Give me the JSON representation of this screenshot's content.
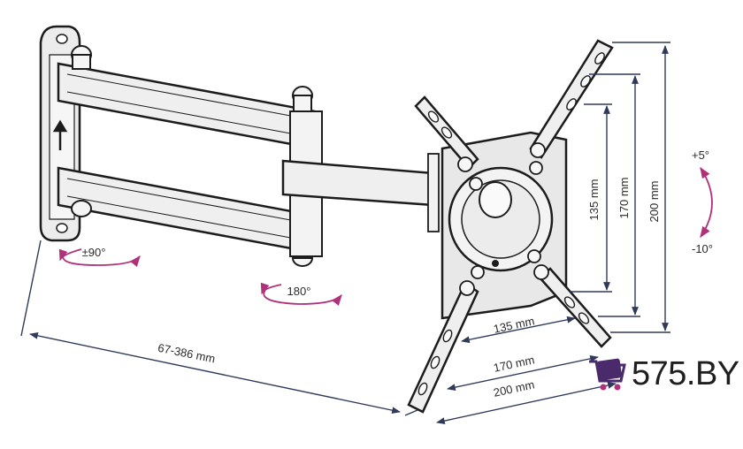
{
  "dimensions": {
    "total_reach": "67-386 mm",
    "horizontal": [
      "135 mm",
      "170 mm",
      "200 mm"
    ],
    "vertical": [
      "135 mm",
      "170 mm",
      "200 mm"
    ]
  },
  "rotation": {
    "swivel": "±90°",
    "rotate": "180°",
    "tilt_up": "+5°",
    "tilt_down": "-10°"
  },
  "brand": {
    "name": "575.BY",
    "icon": "shopping-cart-logo-icon",
    "icon_color": "#4a2a6b"
  },
  "colors": {
    "line": "#1c1c1c",
    "dimension": "#2f3a5a",
    "rotation": "#b0307a",
    "metal": "#e9e9e9"
  }
}
